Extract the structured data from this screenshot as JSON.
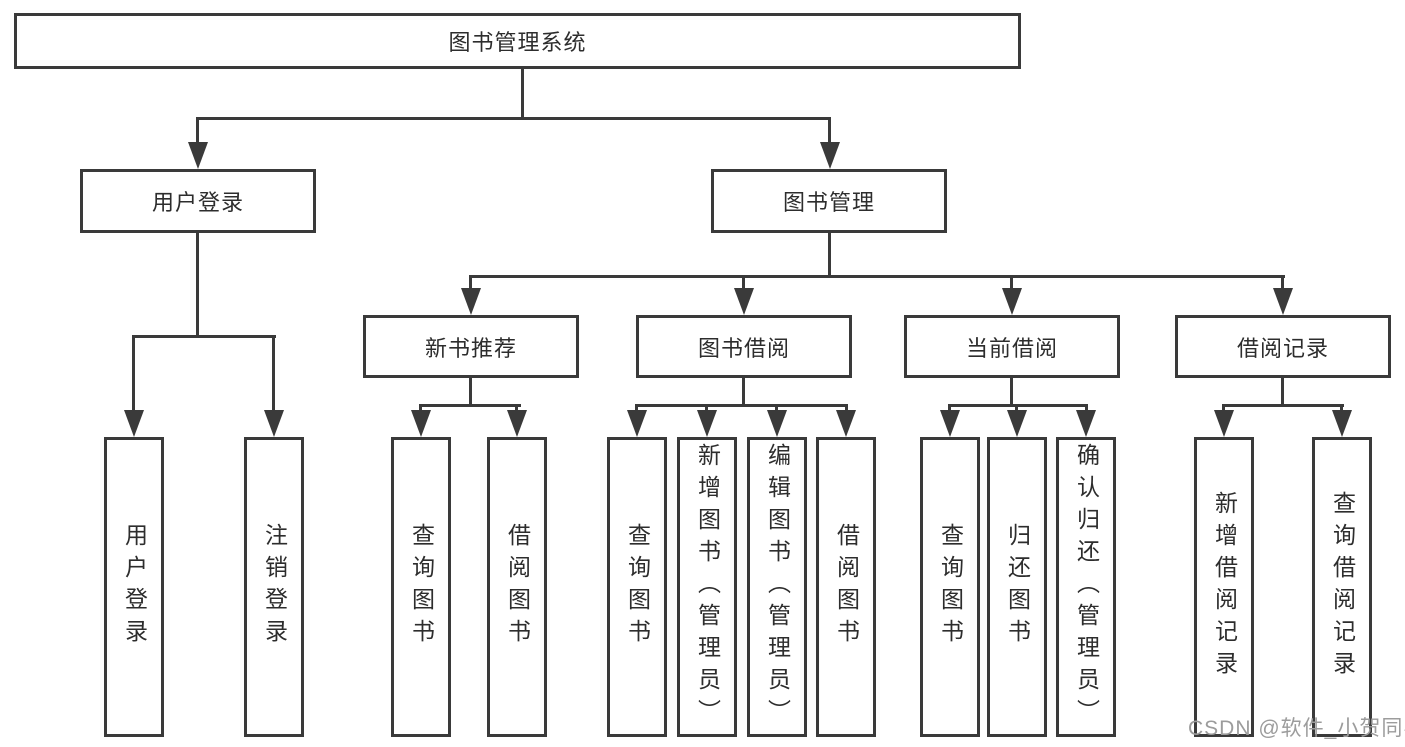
{
  "diagram": {
    "root": {
      "label": "图书管理系统",
      "children": [
        {
          "label": "用户登录",
          "children": [
            {
              "label": "用户登录"
            },
            {
              "label": "注销登录"
            }
          ]
        },
        {
          "label": "图书管理",
          "children": [
            {
              "label": "新书推荐",
              "children": [
                {
                  "label": "查询图书"
                },
                {
                  "label": "借阅图书"
                }
              ]
            },
            {
              "label": "图书借阅",
              "children": [
                {
                  "label": "查询图书"
                },
                {
                  "label": "新增图书（管理员）"
                },
                {
                  "label": "编辑图书（管理员）"
                },
                {
                  "label": "借阅图书"
                }
              ]
            },
            {
              "label": "当前借阅",
              "children": [
                {
                  "label": "查询图书"
                },
                {
                  "label": "归还图书"
                },
                {
                  "label": "确认归还（管理员）"
                }
              ]
            },
            {
              "label": "借阅记录",
              "children": [
                {
                  "label": "新增借阅记录"
                },
                {
                  "label": "查询借阅记录"
                }
              ]
            }
          ]
        }
      ]
    },
    "watermark": "CSDN @软件_小贺同学",
    "colors": {
      "line": "#3a3a3a",
      "text": "#2d2d2d",
      "watermark": "#9c9c9c",
      "background": "#ffffff"
    }
  }
}
